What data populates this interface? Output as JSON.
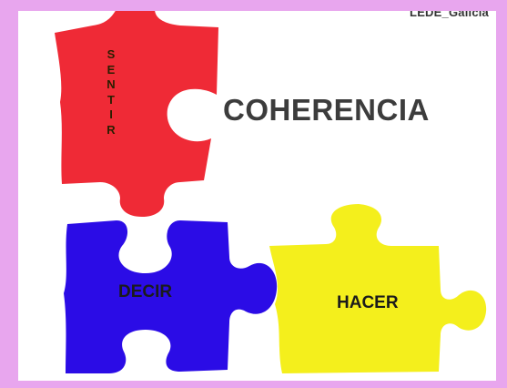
{
  "credit": "LEDE_Galicia",
  "title": "COHERENCIA",
  "pieces": {
    "sentir": {
      "letters": [
        "S",
        "E",
        "N",
        "T",
        "I",
        "R"
      ],
      "color": "#ef2a36"
    },
    "decir": {
      "label": "DECIR",
      "color": "#2b0ce6"
    },
    "hacer": {
      "label": "HACER",
      "color": "#f4ef1c"
    }
  }
}
